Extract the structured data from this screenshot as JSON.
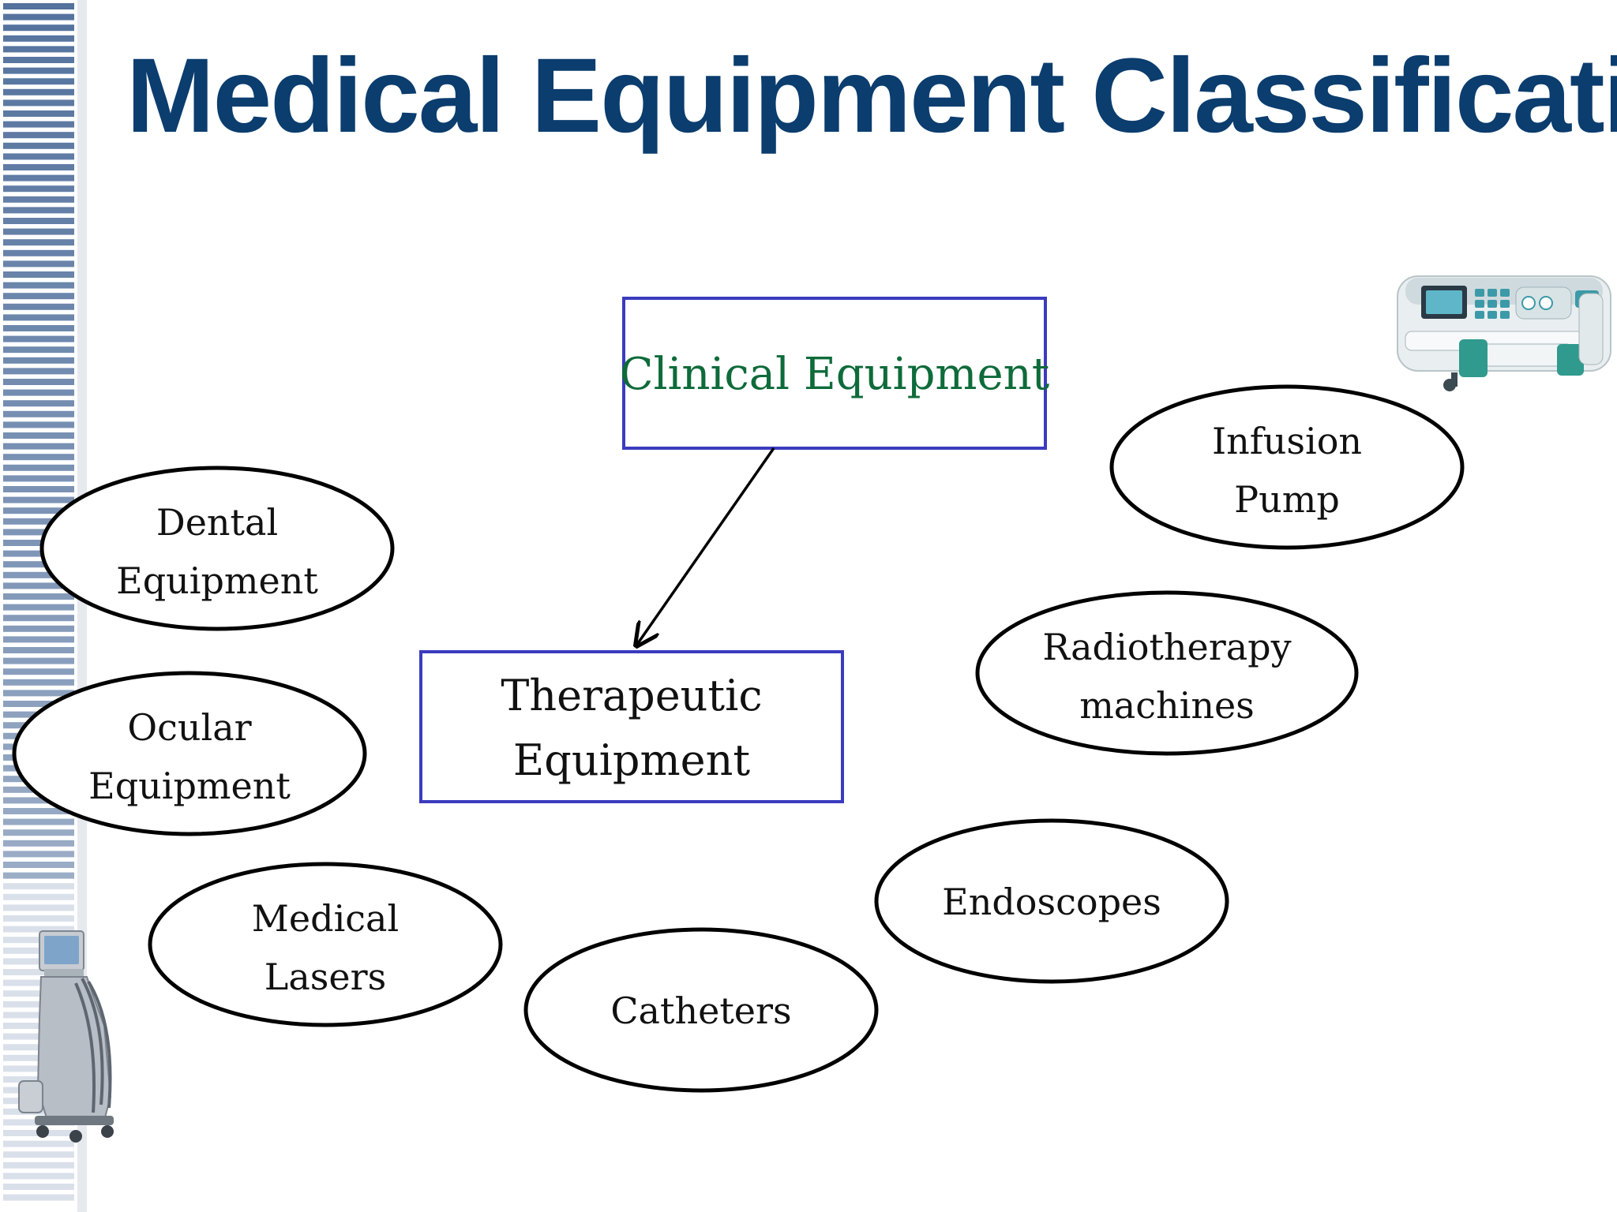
{
  "title": "Medical Equipment Classification",
  "colors": {
    "title": "#0b3d6e",
    "box_border": "#3b3bbf",
    "root_text": "#0e6b3a",
    "stripe_dark": "#4a6a98",
    "stripe_light": "#d6dde8"
  },
  "diagram": {
    "root": {
      "label": "Clinical Equipment"
    },
    "child": {
      "lines": [
        "Therapeutic",
        "Equipment"
      ]
    },
    "items": [
      {
        "id": "dental",
        "lines": [
          "Dental",
          "Equipment"
        ]
      },
      {
        "id": "ocular",
        "lines": [
          "Ocular",
          "Equipment"
        ]
      },
      {
        "id": "lasers",
        "lines": [
          "Medical",
          "Lasers"
        ]
      },
      {
        "id": "catheters",
        "lines": [
          "Catheters"
        ]
      },
      {
        "id": "endoscopes",
        "lines": [
          "Endoscopes"
        ]
      },
      {
        "id": "radiotherapy",
        "lines": [
          "Radiotherapy",
          "machines"
        ]
      },
      {
        "id": "infusion",
        "lines": [
          "Infusion",
          "Pump"
        ]
      }
    ]
  },
  "images": [
    {
      "icon": "infusion-pump-device"
    },
    {
      "icon": "laser-cart-device"
    }
  ]
}
